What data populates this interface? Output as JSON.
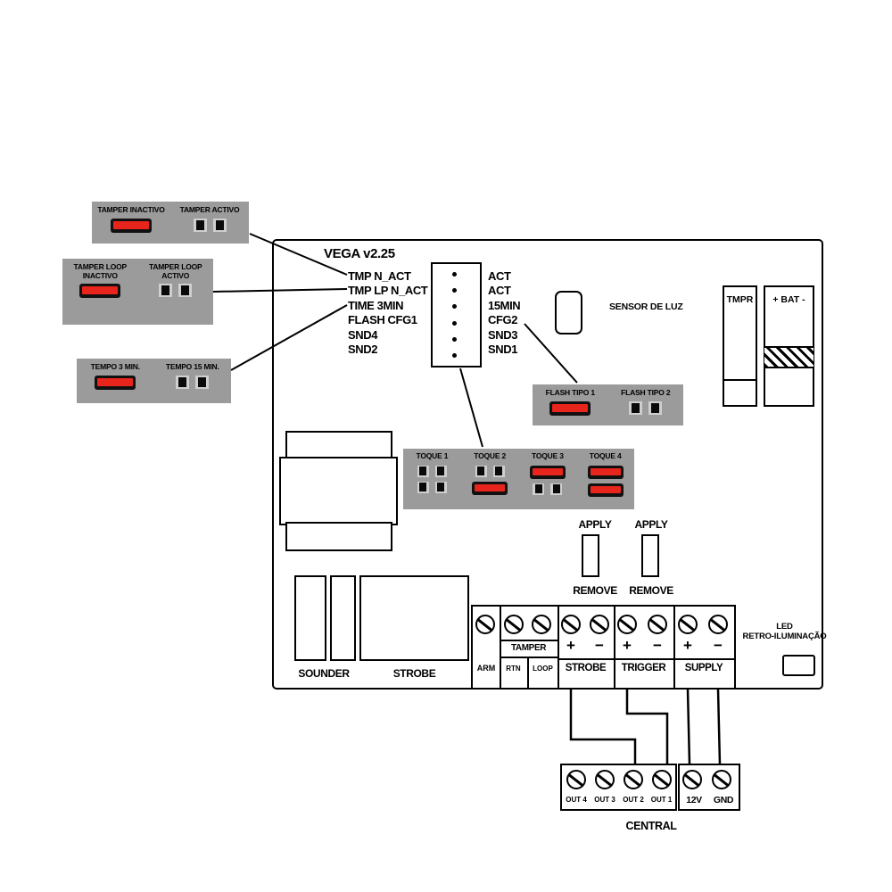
{
  "board": {
    "title": "VEGA v2.25",
    "jumper_left_labels": [
      "TMP N_ACT",
      "TMP LP N_ACT",
      "TIME 3MIN",
      "FLASH CFG1",
      "SND4",
      "SND2"
    ],
    "jumper_right_labels": [
      "ACT",
      "ACT",
      "15MIN",
      "CFG2",
      "SND3",
      "SND1"
    ],
    "sensor_label": "SENSOR DE LUZ",
    "tmpr_label": "TMPR",
    "battery_label": "+ BAT -",
    "apply_label": "APPLY",
    "remove_label": "REMOVE",
    "sounder_label": "SOUNDER",
    "strobe_label": "STROBE",
    "led_label_line1": "LED",
    "led_label_line2": "RETRO-ILUMINAÇÃO"
  },
  "legend": {
    "tamper": {
      "options": [
        {
          "label": "TAMPER INACTIVO",
          "jumper": "fitted-red"
        },
        {
          "label": "TAMPER ACTIVO",
          "jumper": "open"
        }
      ]
    },
    "tamper_loop": {
      "options": [
        {
          "label": "TAMPER LOOP INACTIVO",
          "jumper": "fitted-red"
        },
        {
          "label": "TAMPER LOOP ACTIVO",
          "jumper": "open"
        }
      ]
    },
    "tempo": {
      "options": [
        {
          "label": "TEMPO 3 MIN.",
          "jumper": "fitted-red"
        },
        {
          "label": "TEMPO 15 MIN.",
          "jumper": "open"
        }
      ]
    },
    "flash": {
      "options": [
        {
          "label": "FLASH TIPO 1",
          "jumper": "fitted-red"
        },
        {
          "label": "FLASH TIPO 2",
          "jumper": "open"
        }
      ]
    },
    "toque": {
      "columns": [
        {
          "label": "TOQUE 1",
          "rows": [
            "open",
            "open"
          ]
        },
        {
          "label": "TOQUE 2",
          "rows": [
            "open",
            "fitted-red"
          ]
        },
        {
          "label": "TOQUE 3",
          "rows": [
            "fitted-red",
            "open"
          ]
        },
        {
          "label": "TOQUE 4",
          "rows": [
            "fitted-red",
            "fitted-red"
          ]
        }
      ]
    }
  },
  "terminals": {
    "arm": "ARM",
    "tamper": "TAMPER",
    "rtn": "RTN",
    "loop": "LOOP",
    "strobe": "STROBE",
    "trigger": "TRIGGER",
    "supply": "SUPPLY",
    "plus": "+",
    "minus": "−"
  },
  "central": {
    "label": "CENTRAL",
    "outputs": [
      "OUT 4",
      "OUT 3",
      "OUT 2",
      "OUT 1"
    ],
    "power": [
      "12V",
      "GND"
    ]
  },
  "colors": {
    "jumper_red": "#e8251c",
    "legend_gray": "#9b9b9b"
  }
}
